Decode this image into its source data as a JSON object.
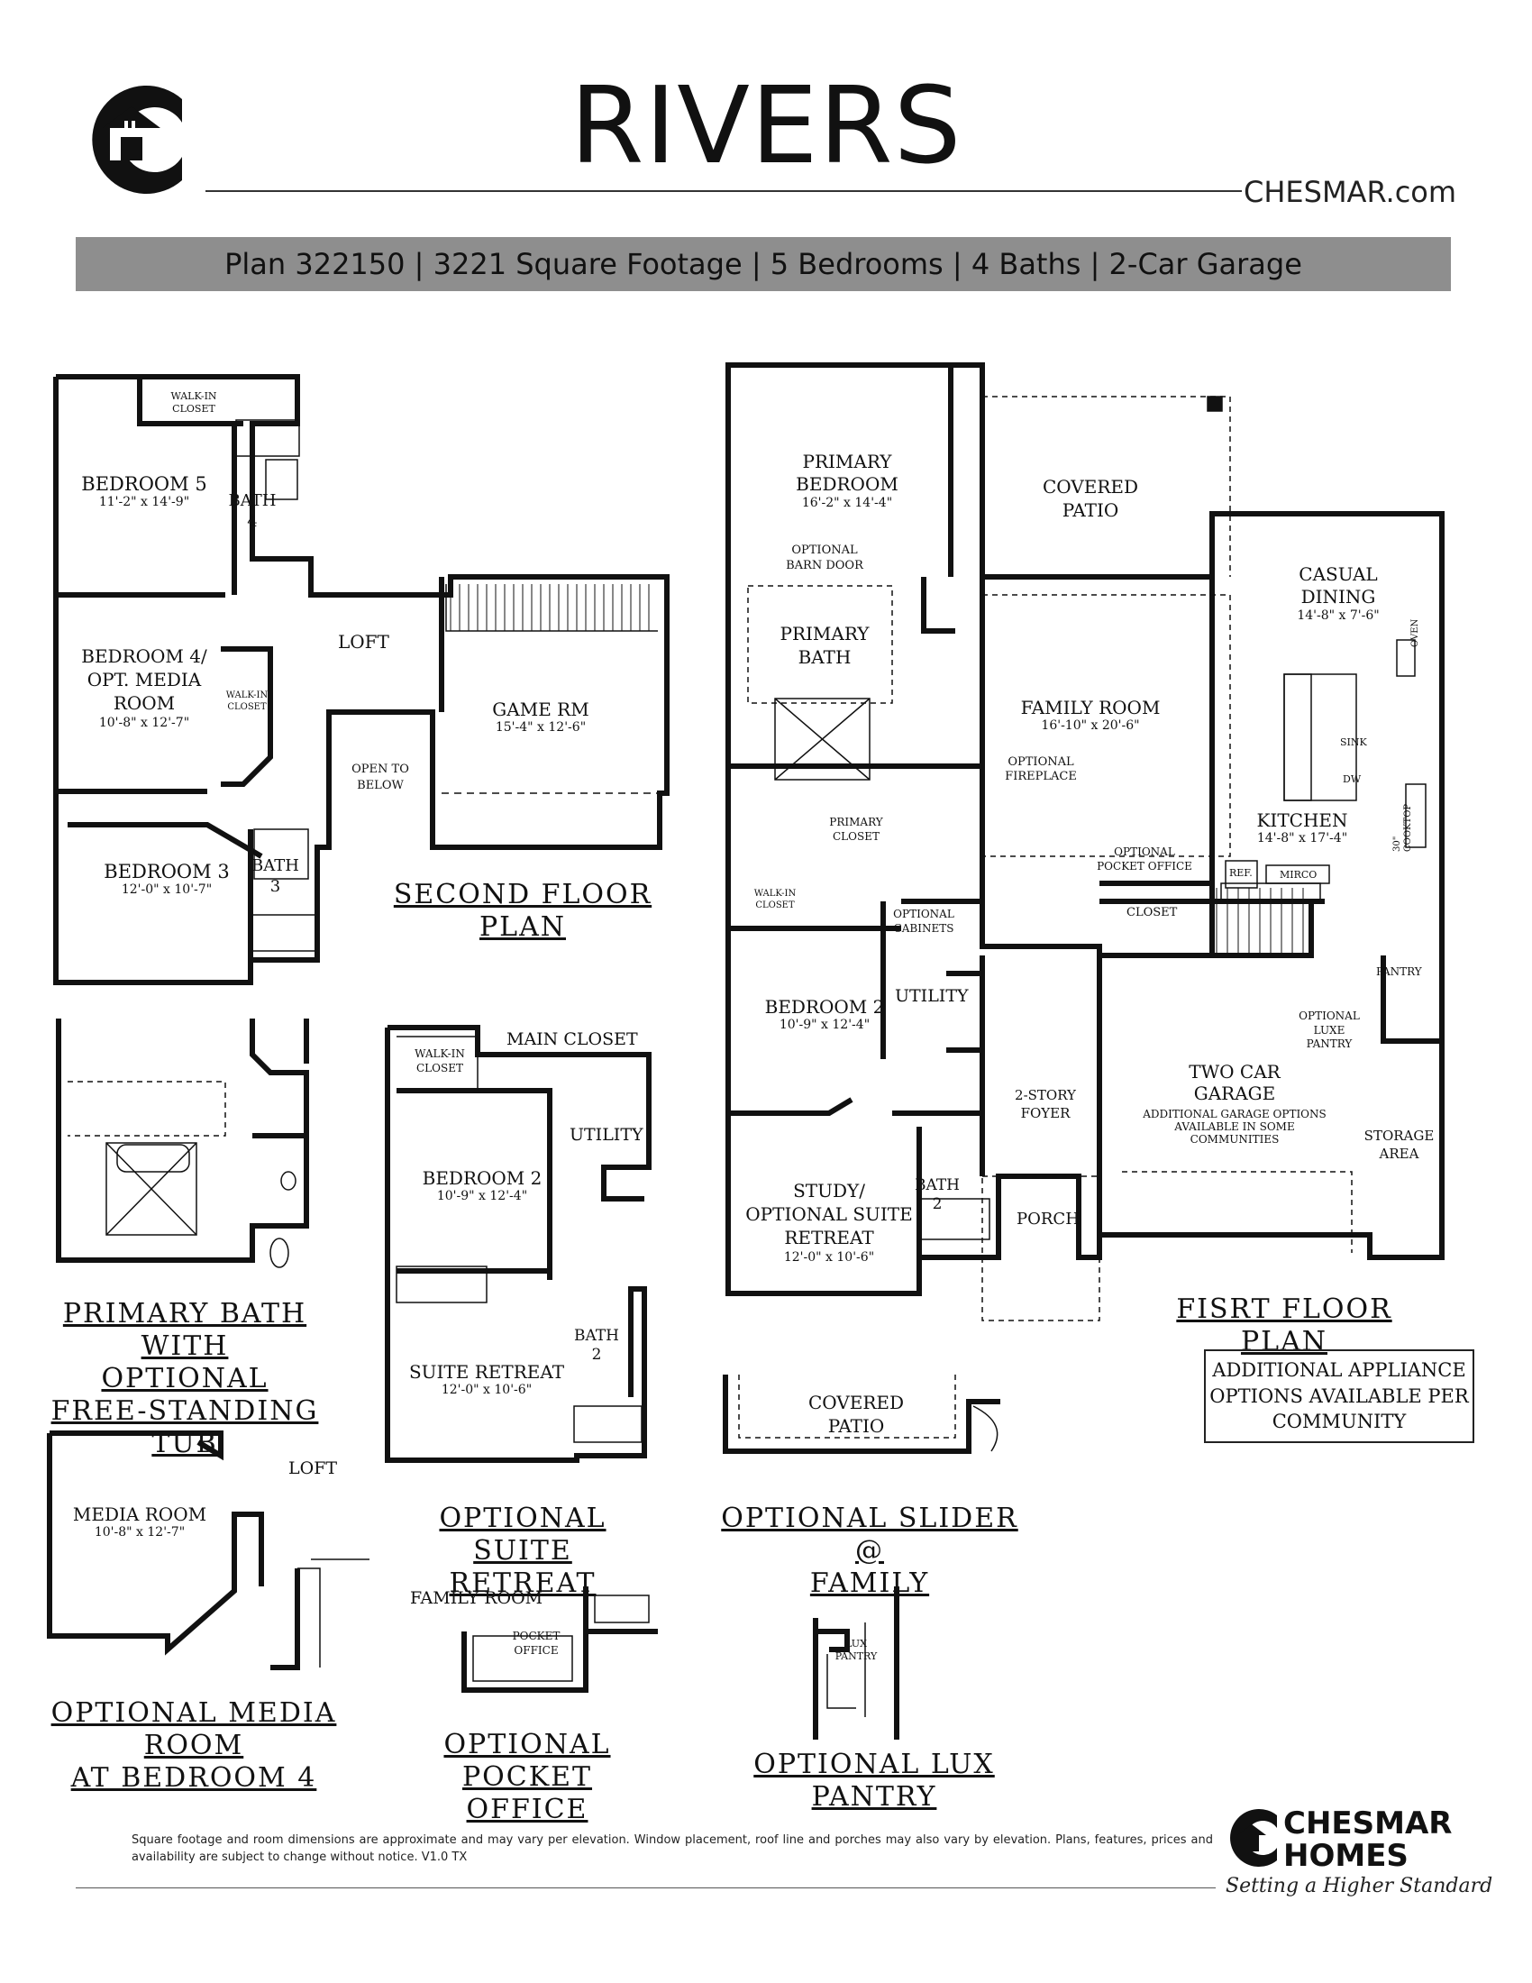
{
  "header": {
    "title": "RIVERS",
    "site": "CHESMAR.com",
    "plan_summary": "Plan 322150 | 3221 Square Footage | 5 Bedrooms | 4 Baths | 2-Car Garage"
  },
  "second_floor": {
    "caption": "SECOND FLOOR PLAN",
    "walkin_closet_a": [
      "WALK-IN",
      "CLOSET"
    ],
    "bedroom5": {
      "name": "BEDROOM 5",
      "dim": "11'-2\" x 14'-9\""
    },
    "bath4": [
      "BATH",
      "4"
    ],
    "bedroom4": {
      "name": [
        "BEDROOM 4/",
        "OPT. MEDIA",
        "ROOM"
      ],
      "dim": "10'-8\" x 12'-7\""
    },
    "walkin_closet_b": [
      "WALK-IN",
      "CLOSET"
    ],
    "loft": "LOFT",
    "game_room": {
      "name": "GAME RM",
      "dim": "15'-4\" x 12'-6\""
    },
    "open_to_below": [
      "OPEN TO",
      "BELOW"
    ],
    "bedroom3": {
      "name": "BEDROOM 3",
      "dim": "12'-0\" x 10'-7\""
    },
    "bath3": [
      "BATH",
      "3"
    ]
  },
  "first_floor": {
    "caption": "FISRT FLOOR PLAN",
    "primary_bedroom": {
      "name": [
        "PRIMARY",
        "BEDROOM"
      ],
      "dim": "16'-2\" x 14'-4\""
    },
    "covered_patio": [
      "COVERED",
      "PATIO"
    ],
    "barn_door": [
      "OPTIONAL",
      "BARN DOOR"
    ],
    "primary_bath": [
      "PRIMARY",
      "BATH"
    ],
    "casual_dining": {
      "name": [
        "CASUAL",
        "DINING"
      ],
      "dim": "14'-8\" x 7'-6\""
    },
    "family_room": {
      "name": "FAMILY ROOM",
      "dim": "16'-10\" x 20'-6\""
    },
    "fireplace": [
      "OPTIONAL",
      "FIREPLACE"
    ],
    "oven": "OVEN",
    "sink": "SINK",
    "dw": "DW",
    "cooktop": [
      "30\"",
      "COOKTOP"
    ],
    "kitchen": {
      "name": "KITCHEN",
      "dim": "14'-8\" x 17'-4\""
    },
    "primary_closet": [
      "PRIMARY",
      "CLOSET"
    ],
    "pocket_office": [
      "OPTIONAL",
      "POCKET OFFICE"
    ],
    "ref": "REF.",
    "mirco": "MIRCO",
    "walkin_closet": [
      "WALK-IN",
      "CLOSET"
    ],
    "closet": "CLOSET",
    "optional_cabinets": [
      "OPTIONAL",
      "CABINETS"
    ],
    "utility": "UTILITY",
    "bedroom2": {
      "name": "BEDROOM 2",
      "dim": "10'-9\" x 12'-4\""
    },
    "pantry": "PANTRY",
    "lux_pantry": [
      "OPTIONAL",
      "LUXE",
      "PANTRY"
    ],
    "garage": {
      "name": [
        "TWO CAR",
        "GARAGE"
      ],
      "note": [
        "ADDITIONAL GARAGE OPTIONS",
        "AVAILABLE IN SOME",
        "COMMUNITIES"
      ]
    },
    "foyer": [
      "2-STORY",
      "FOYER"
    ],
    "storage": [
      "STORAGE",
      "AREA"
    ],
    "study": {
      "name": [
        "STUDY/",
        "OPTIONAL SUITE",
        "RETREAT"
      ],
      "dim": "12'-0\" x 10'-6\""
    },
    "bath2": [
      "BATH",
      "2"
    ],
    "porch": "PORCH"
  },
  "appliance_note": [
    "ADDITIONAL APPLIANCE",
    "OPTIONS AVAILABLE PER",
    "COMMUNITY"
  ],
  "options": {
    "primary_bath_tub": [
      "PRIMARY BATH WITH",
      "OPTIONAL",
      "FREE-STANDING TUB"
    ],
    "suite_retreat": {
      "caption": [
        "OPTIONAL SUITE",
        "RETREAT"
      ],
      "walkin_closet": [
        "WALK-IN",
        "CLOSET"
      ],
      "main_closet": "MAIN CLOSET",
      "utility": "UTILITY",
      "bedroom2": {
        "name": "BEDROOM 2",
        "dim": "10'-9\" x 12'-4\""
      },
      "bath2": [
        "BATH",
        "2"
      ],
      "suite": {
        "name": "SUITE RETREAT",
        "dim": "12'-0\" x 10'-6\""
      }
    },
    "slider": {
      "caption": [
        "OPTIONAL SLIDER @",
        "FAMILY"
      ],
      "patio": [
        "COVERED",
        "PATIO"
      ]
    },
    "media_room": {
      "caption": [
        "OPTIONAL MEDIA ROOM",
        "AT BEDROOM 4"
      ],
      "room": {
        "name": "MEDIA ROOM",
        "dim": "10'-8\" x 12'-7\""
      },
      "loft": "LOFT"
    },
    "pocket_office": {
      "caption": [
        "OPTIONAL POCKET",
        "OFFICE"
      ],
      "family_room": "FAMILY ROOM",
      "office": [
        "POCKET",
        "OFFICE"
      ]
    },
    "lux_pantry": {
      "caption": [
        "OPTIONAL LUX",
        "PANTRY"
      ],
      "label": [
        "LUX",
        "PANTRY"
      ]
    }
  },
  "footer": {
    "disclaimer": "Square footage and room dimensions are approximate and may vary per elevation. Window placement, roof line and porches may also vary by elevation. Plans, features, prices and availability are subject to change without notice. V1.0 TX",
    "brand_line1": "CHESMAR",
    "brand_line2": "HOMES",
    "tagline": "Setting a Higher Standard"
  }
}
